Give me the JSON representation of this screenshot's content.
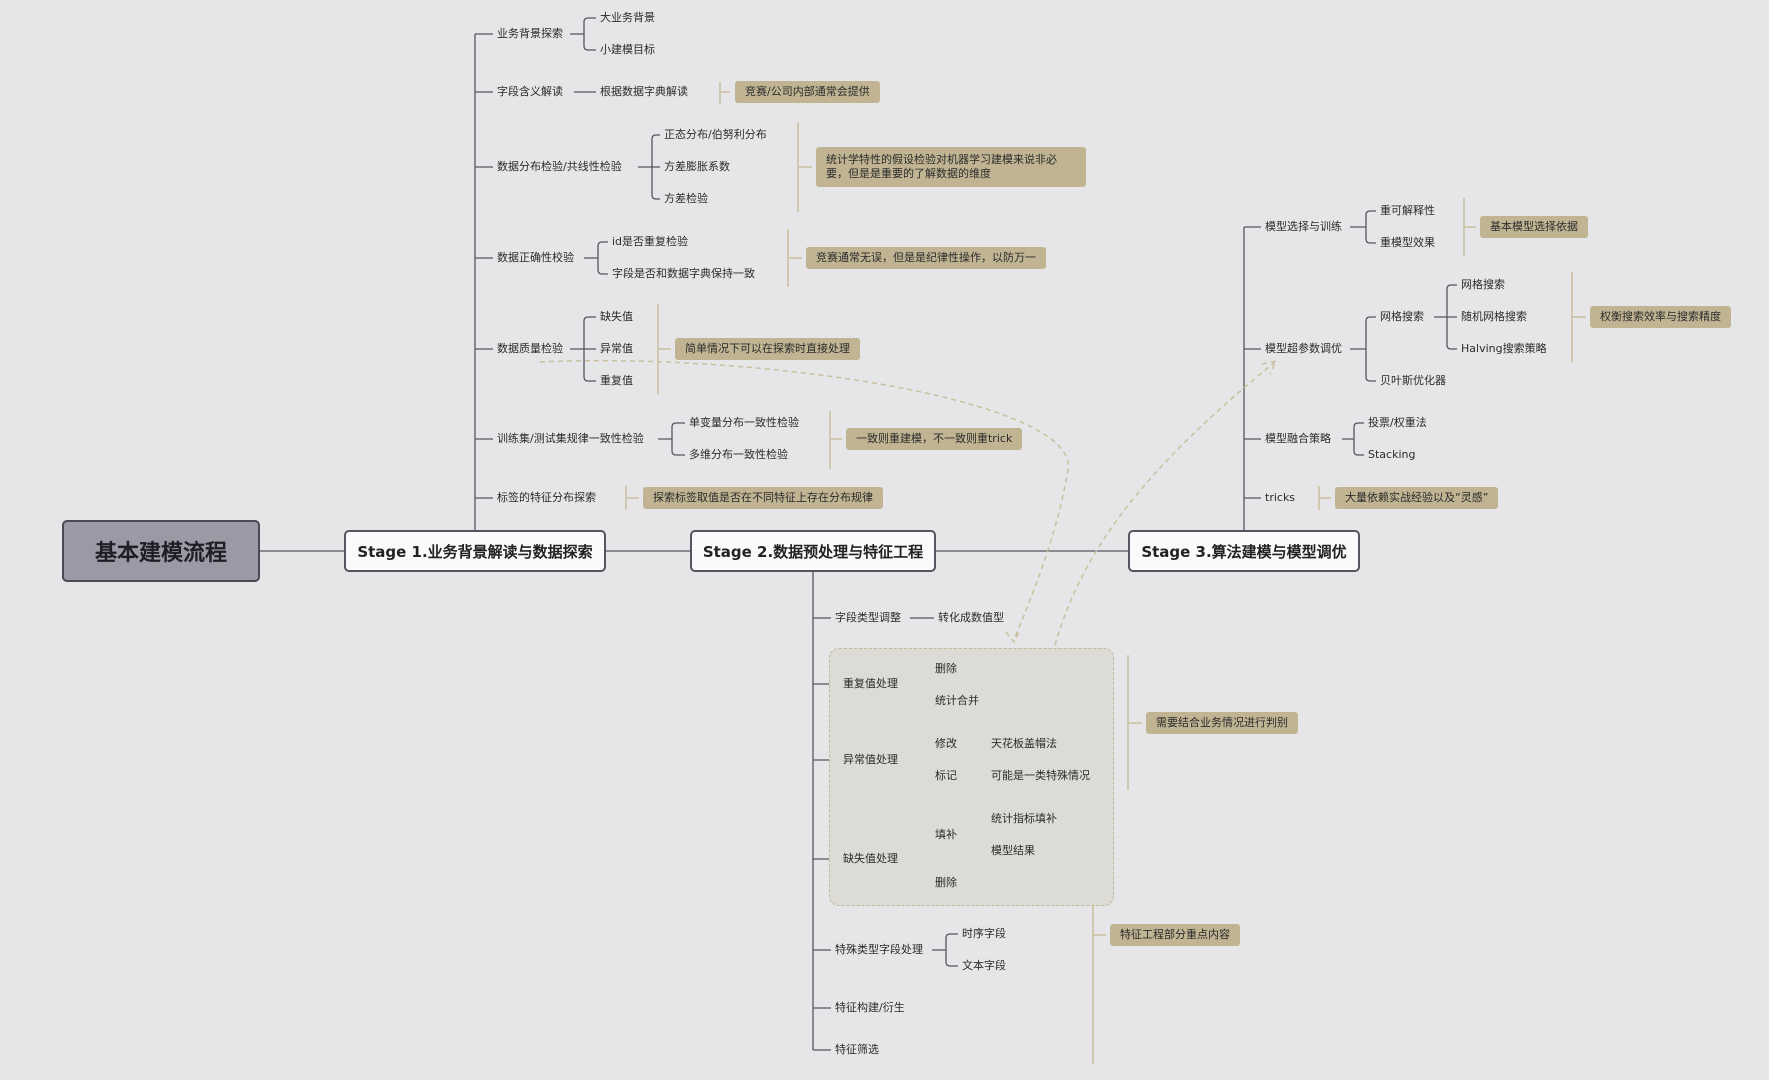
{
  "root": "基本建模流程",
  "stage1": {
    "title": "Stage 1.业务背景解读与数据探索",
    "branches": {
      "b1": {
        "label": "业务背景探索",
        "children": [
          "大业务背景",
          "小建模目标"
        ]
      },
      "b2": {
        "label": "字段含义解读",
        "child": "根据数据字典解读",
        "note": "竞赛/公司内部通常会提供"
      },
      "b3": {
        "label": "数据分布检验/共线性检验",
        "children": [
          "正态分布/伯努利分布",
          "方差膨胀系数",
          "方差检验"
        ],
        "note": "统计学特性的假设检验对机器学习建模来说非必要，但是是重要的了解数据的维度"
      },
      "b4": {
        "label": "数据正确性校验",
        "children": [
          "id是否重复检验",
          "字段是否和数据字典保持一致"
        ],
        "note": "竞赛通常无误，但是是纪律性操作，以防万一"
      },
      "b5": {
        "label": "数据质量检验",
        "children": [
          "缺失值",
          "异常值",
          "重复值"
        ],
        "note": "简单情况下可以在探索时直接处理"
      },
      "b6": {
        "label": "训练集/测试集规律一致性检验",
        "children": [
          "单变量分布一致性检验",
          "多维分布一致性检验"
        ],
        "note": "一致则重建模，不一致则重trick"
      },
      "b7": {
        "label": "标签的特征分布探索",
        "note": "探索标签取值是否在不同特征上存在分布规律"
      }
    }
  },
  "stage2": {
    "title": "Stage 2.数据预处理与特征工程",
    "branches": {
      "c1": {
        "label": "字段类型调整",
        "child": "转化成数值型"
      },
      "c2": {
        "label": "重复值处理",
        "children": [
          "删除",
          "统计合并"
        ]
      },
      "c3": {
        "label": "异常值处理",
        "children": [
          {
            "label": "修改",
            "child": "天花板盖帽法"
          },
          {
            "label": "标记",
            "child": "可能是一类特殊情况"
          }
        ]
      },
      "c4": {
        "label": "缺失值处理",
        "children": [
          {
            "label": "填补",
            "children": [
              "统计指标填补",
              "模型结果"
            ]
          },
          {
            "label": "删除"
          }
        ]
      },
      "c5": {
        "label": "特殊类型字段处理",
        "children": [
          "时序字段",
          "文本字段"
        ]
      },
      "c6": {
        "label": "特征构建/衍生"
      },
      "c7": {
        "label": "特征筛选"
      }
    },
    "note_group": "需要结合业务情况进行判别",
    "note_feature": "特征工程部分重点内容"
  },
  "stage3": {
    "title": "Stage 3.算法建模与模型调优",
    "branches": {
      "d1": {
        "label": "模型选择与训练",
        "children": [
          "重可解释性",
          "重模型效果"
        ],
        "note": "基本模型选择依据"
      },
      "d2": {
        "label": "模型超参数调优",
        "children": [
          {
            "label": "网格搜索",
            "children": [
              "网格搜索",
              "随机网格搜索",
              "Halving搜索策略"
            ]
          },
          {
            "label": "贝叶斯优化器"
          }
        ],
        "note": "权衡搜索效率与搜索精度"
      },
      "d3": {
        "label": "模型融合策略",
        "children": [
          "投票/权重法",
          "Stacking"
        ]
      },
      "d4": {
        "label": "tricks",
        "note": "大量依赖实战经验以及“灵感”"
      }
    }
  },
  "colors": {
    "background": "#e6e6e8",
    "line": "#55555f",
    "note": "#c0b493",
    "accent_line": "#c9bf9f",
    "root_fill": "#9a9aa6"
  }
}
